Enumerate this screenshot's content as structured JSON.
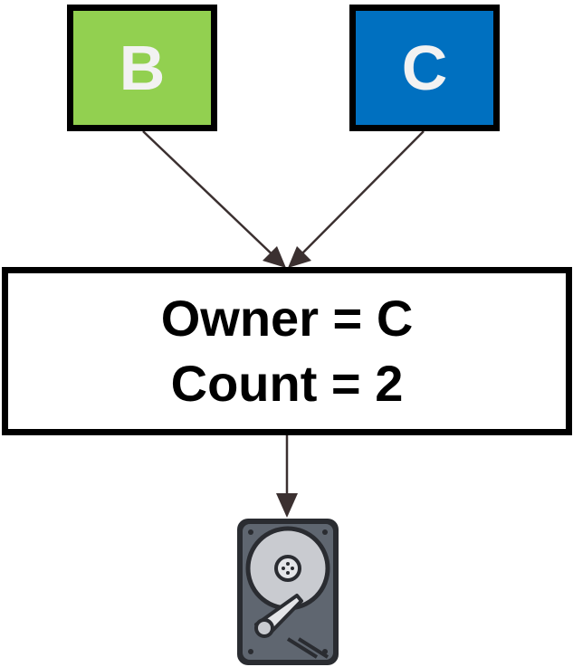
{
  "nodes": {
    "b": {
      "label": "B",
      "color": "#92d050"
    },
    "c": {
      "label": "C",
      "color": "#0070c0"
    }
  },
  "info_box": {
    "line1": "Owner = C",
    "line2": "Count = 2"
  },
  "storage": {
    "icon": "hard-disk-drive-icon"
  },
  "colors": {
    "border": "#000000",
    "arrow": "#3b3030",
    "letter": "#f2f2f2",
    "disk_body": "#5f6670",
    "disk_platter": "#c9cbd0"
  }
}
